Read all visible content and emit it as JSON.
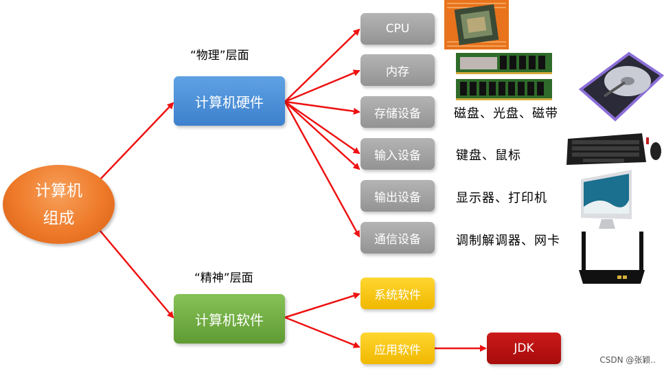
{
  "root": {
    "line1": "计算机",
    "line2": "组成"
  },
  "hardware": {
    "label": "计算机硬件",
    "layer": "“物理”层面"
  },
  "software": {
    "label": "计算机软件",
    "layer": "“精神”层面"
  },
  "hardware_parts": [
    {
      "label": "CPU",
      "desc": ""
    },
    {
      "label": "内存",
      "desc": ""
    },
    {
      "label": "存储设备",
      "desc": "磁盘、光盘、磁带"
    },
    {
      "label": "输入设备",
      "desc": "键盘、鼠标"
    },
    {
      "label": "输出设备",
      "desc": "显示器、打印机"
    },
    {
      "label": "通信设备",
      "desc": "调制解调器、网卡"
    }
  ],
  "software_parts": [
    {
      "label": "系统软件"
    },
    {
      "label": "应用软件"
    }
  ],
  "jdk": {
    "label": "JDK"
  },
  "watermark": "CSDN @张颖..",
  "colors": {
    "arrow": "#ee1111",
    "root": "#ee7a2a",
    "hardware": "#4a8fd8",
    "software": "#6faa40",
    "gray_node": "#a3a3a3",
    "yellow_node": "#f5c400",
    "jdk_node": "#b81111"
  }
}
